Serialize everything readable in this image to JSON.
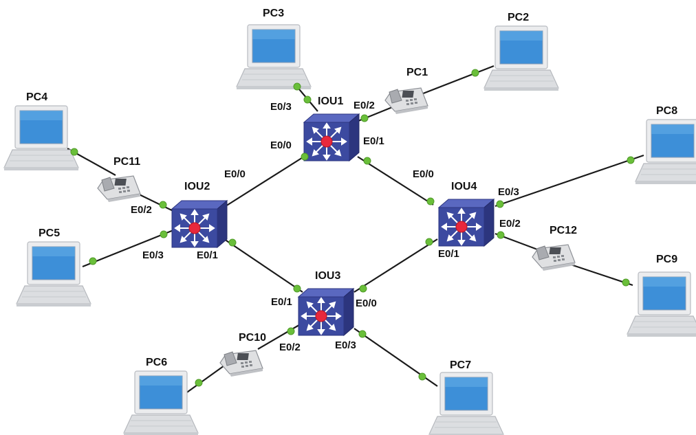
{
  "colors": {
    "link": "#1a1a1a",
    "port_dot": "#6abf3a",
    "switch_body": "#3c4aa0",
    "switch_center": "#e8283c"
  },
  "switches": {
    "iou1": {
      "label": "IOU1",
      "icon": "multilayer-switch-icon"
    },
    "iou2": {
      "label": "IOU2",
      "icon": "multilayer-switch-icon"
    },
    "iou3": {
      "label": "IOU3",
      "icon": "multilayer-switch-icon"
    },
    "iou4": {
      "label": "IOU4",
      "icon": "multilayer-switch-icon"
    }
  },
  "pcs": {
    "pc2": {
      "label": "PC2",
      "icon": "laptop-icon"
    },
    "pc3": {
      "label": "PC3",
      "icon": "laptop-icon"
    },
    "pc4": {
      "label": "PC4",
      "icon": "laptop-icon"
    },
    "pc5": {
      "label": "PC5",
      "icon": "laptop-icon"
    },
    "pc6": {
      "label": "PC6",
      "icon": "laptop-icon"
    },
    "pc7": {
      "label": "PC7",
      "icon": "laptop-icon"
    },
    "pc8": {
      "label": "PC8",
      "icon": "laptop-icon"
    },
    "pc9": {
      "label": "PC9",
      "icon": "laptop-icon"
    }
  },
  "phones": {
    "pc1": {
      "label": "PC1",
      "icon": "ip-phone-icon"
    },
    "pc10": {
      "label": "PC10",
      "icon": "ip-phone-icon"
    },
    "pc11": {
      "label": "PC11",
      "icon": "ip-phone-icon"
    },
    "pc12": {
      "label": "PC12",
      "icon": "ip-phone-icon"
    }
  },
  "ports": {
    "iou1_e03": "E0/3",
    "iou1_e02": "E0/2",
    "iou1_e00": "E0/0",
    "iou1_e01": "E0/1",
    "iou2_e00": "E0/0",
    "iou2_e02": "E0/2",
    "iou2_e03": "E0/3",
    "iou2_e01": "E0/1",
    "iou3_e01": "E0/1",
    "iou3_e00": "E0/0",
    "iou3_e02": "E0/2",
    "iou3_e03": "E0/3",
    "iou4_e00": "E0/0",
    "iou4_e03": "E0/3",
    "iou4_e02": "E0/2",
    "iou4_e01": "E0/1"
  }
}
